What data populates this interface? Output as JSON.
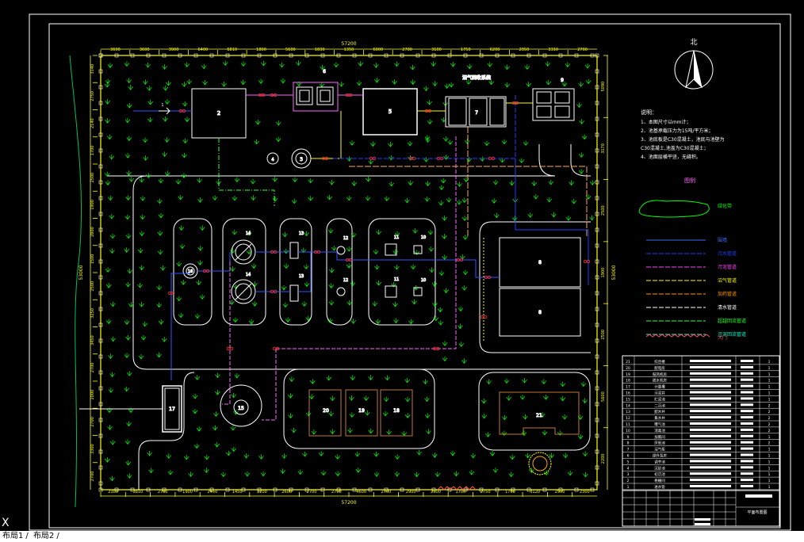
{
  "north": "北",
  "dims_top": [
    "3690",
    "3600",
    "3900",
    "6400",
    "6810",
    "1800",
    "5600",
    "1830",
    "1350",
    "6000",
    "2700",
    "3100",
    "1750",
    "6200",
    "2950",
    "3310",
    "2700"
  ],
  "dims_top_total": "57200",
  "dims_bottom": [
    "2300",
    "3810",
    "2780",
    "1900",
    "2450",
    "1450",
    "2200",
    "2600",
    "2700",
    "2700",
    "4600",
    "2700",
    "2900",
    "2500",
    "1700",
    "2750",
    "1700",
    "3120",
    "2950",
    "2300"
  ],
  "dims_bottom_total": "57200",
  "dims_left": [
    "3140",
    "2750",
    "2140",
    "1700",
    "2500",
    "1900",
    "2800",
    "1500",
    "2500",
    "3250",
    "3450",
    "2700",
    "2000",
    "2700",
    "3300",
    "2700"
  ],
  "dims_left_total": "53000",
  "dims_right": [
    "5090",
    "3170",
    "2500",
    "1900",
    "2500",
    "5600",
    "2200"
  ],
  "dims_right_total": "53000",
  "notes": {
    "title": "说明：",
    "lines": [
      "1、本图尺寸以mm计；",
      "2、池基承载压力为15吨/平方米；",
      "3、池底板是C30混凝土，池底与池壁为",
      "C30混凝土,池盖为C30混凝土；",
      "4、池面层横平竖，无缝积。"
    ]
  },
  "legend": {
    "title": "图例",
    "items": [
      {
        "label": "绿化带",
        "color": "#00ff00"
      },
      {
        "label": "围墙",
        "color": "#3d6cff"
      },
      {
        "label": "污水管道",
        "color": "#1e40ff"
      },
      {
        "label": "污泥管道",
        "color": "#ff44ff"
      },
      {
        "label": "沼气管道",
        "color": "#ffff00"
      },
      {
        "label": "加药管道",
        "color": "#ff9900"
      },
      {
        "label": "清水管道",
        "color": "#ffffff"
      },
      {
        "label": "超越回流管道",
        "color": "#33ff33"
      },
      {
        "label": "污泥回流管道",
        "color": "#00ffcc"
      },
      {
        "label": "大门",
        "color": "#ff5555"
      }
    ]
  },
  "structures": {
    "s1": "1",
    "s2": "2",
    "s3": "3",
    "s4": "4",
    "s5": "5",
    "s6": "6",
    "s7": "7",
    "s8": "8",
    "s8b": "8",
    "s9": "9",
    "s10": "10",
    "s10b": "10",
    "s11": "11",
    "s11b": "11",
    "s12": "12",
    "s12b": "12",
    "s13": "13",
    "s13b": "13",
    "s14": "14",
    "s14b": "14",
    "s15": "15",
    "s16": "16",
    "s17": "17",
    "s18": "18",
    "s19": "19",
    "s20": "20",
    "s21": "21",
    "biogas_label": "沼气回收系统"
  },
  "title_block": {
    "rows": [
      {
        "no": "21",
        "name": "综合楼",
        "qty": "1"
      },
      {
        "no": "20",
        "name": "配电房",
        "qty": "1"
      },
      {
        "no": "19",
        "name": "鼓风机房",
        "qty": "1"
      },
      {
        "no": "18",
        "name": "脱水机房",
        "qty": "1"
      },
      {
        "no": "17",
        "name": "计量槽",
        "qty": "1"
      },
      {
        "no": "16",
        "name": "污泥井",
        "qty": "1"
      },
      {
        "no": "15",
        "name": "贮泥池",
        "qty": "1"
      },
      {
        "no": "14",
        "name": "二沉池",
        "qty": "2"
      },
      {
        "no": "13",
        "name": "配水井",
        "qty": "2"
      },
      {
        "no": "12",
        "name": "集水井",
        "qty": "2"
      },
      {
        "no": "11",
        "name": "曝气池",
        "qty": "2"
      },
      {
        "no": "10",
        "name": "消毒池",
        "qty": "2"
      },
      {
        "no": "9",
        "name": "加氯间",
        "qty": "1"
      },
      {
        "no": "8",
        "name": "厌氧池",
        "qty": "2"
      },
      {
        "no": "7",
        "name": "沼气柜",
        "qty": "1"
      },
      {
        "no": "6",
        "name": "提升泵房",
        "qty": "1"
      },
      {
        "no": "5",
        "name": "调节池",
        "qty": "1"
      },
      {
        "no": "4",
        "name": "沉砂池",
        "qty": "1"
      },
      {
        "no": "3",
        "name": "初沉池",
        "qty": "1"
      },
      {
        "no": "2",
        "name": "格栅间",
        "qty": "1"
      },
      {
        "no": "1",
        "name": "进水管",
        "qty": "1"
      }
    ],
    "drawing_title": "平面布置图"
  },
  "tabs": [
    "布局1",
    "布局2"
  ]
}
